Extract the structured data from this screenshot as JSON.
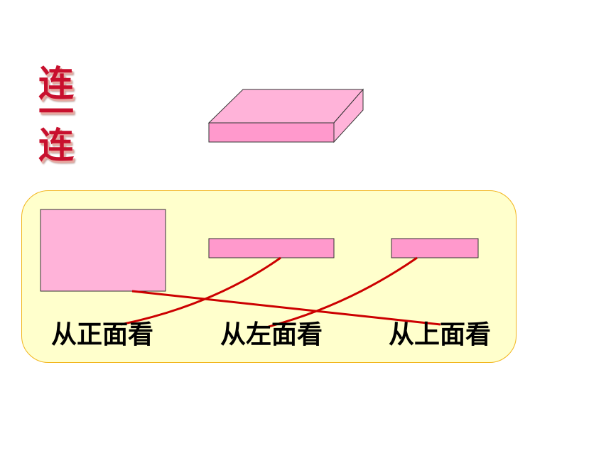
{
  "title": [
    "连",
    "一",
    "连"
  ],
  "views": {
    "front": "从正面看",
    "left": "从左面看",
    "top": "从上面看"
  },
  "colors": {
    "title": "#c8102e",
    "shape_fill": "#ffb3d9",
    "box_front": "#ff99cc",
    "panel_bg": "#ffffcc",
    "panel_border": "#f2b51c",
    "line": "#cc0000"
  }
}
